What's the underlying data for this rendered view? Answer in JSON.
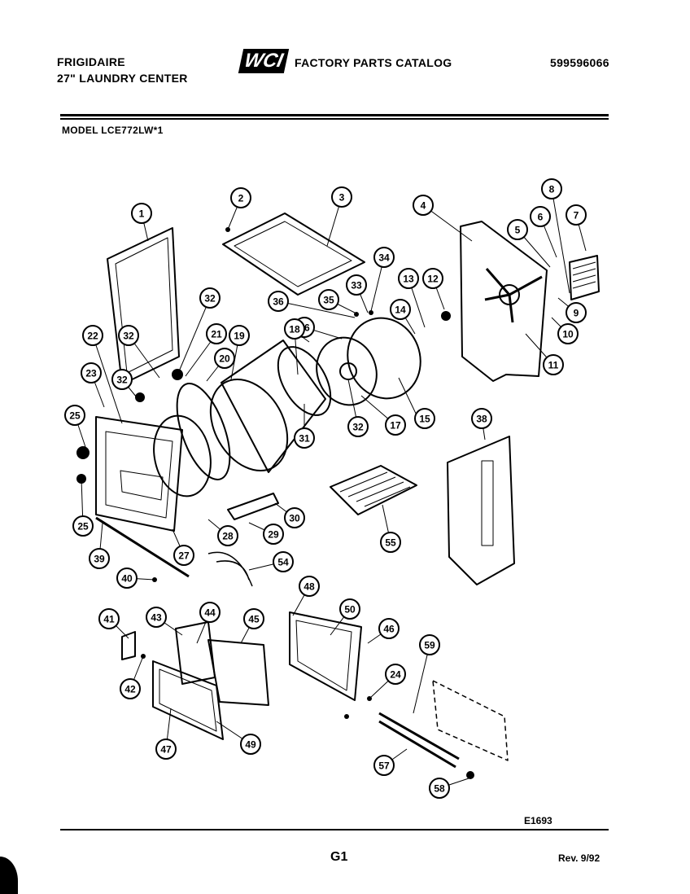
{
  "header": {
    "brand": "FRIGIDAIRE",
    "product": "27\" LAUNDRY CENTER",
    "logo": "WCI",
    "catalog": "FACTORY PARTS CATALOG",
    "catalog_number": "599596066",
    "model": "MODEL LCE772LW*1"
  },
  "footer": {
    "figure_code": "E1693",
    "page": "G1",
    "revision": "Rev. 9/92"
  },
  "callouts": [
    "1",
    "2",
    "3",
    "4",
    "5",
    "6",
    "7",
    "8",
    "9",
    "10",
    "11",
    "12",
    "13",
    "14",
    "15",
    "16",
    "17",
    "18",
    "19",
    "20",
    "21",
    "22",
    "23",
    "24",
    "25",
    "25",
    "27",
    "28",
    "29",
    "30",
    "31",
    "32",
    "32",
    "32",
    "32",
    "33",
    "34",
    "35",
    "36",
    "38",
    "39",
    "40",
    "41",
    "42",
    "43",
    "44",
    "45",
    "46",
    "47",
    "48",
    "49",
    "50",
    "54",
    "55",
    "57",
    "58",
    "59"
  ]
}
